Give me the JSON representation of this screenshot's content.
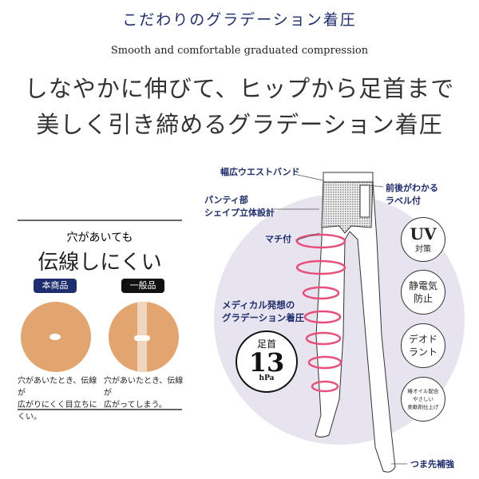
{
  "header": {
    "title": "こだわりのグラデーション着圧",
    "subtitle": "Smooth and comfortable graduated compression",
    "headline": [
      "しなやかに伸びて、ヒップから足首まで",
      "美しく引き締めるグラデーション着圧"
    ]
  },
  "comparison": {
    "lead": "穴があいても",
    "title": "伝線しにくい",
    "items": [
      {
        "badge": "本商品",
        "caption": [
          "穴があいたとき、伝線が",
          "広がりにくく目立ちにくい。"
        ]
      },
      {
        "badge": "一般品",
        "caption": [
          "穴があいたとき、伝線が",
          "広がってしまう。"
        ]
      }
    ]
  },
  "diagram": {
    "labels": {
      "waist": "幅広ウエストバンド",
      "label_tag": [
        "前後がわかる",
        "ラベル付"
      ],
      "panty": [
        "パンティ部",
        "シェイプ立体設計"
      ],
      "gusset": "マチ付",
      "medical": [
        "メディカル発想の",
        "グラデーション着圧"
      ],
      "toe": "つま先補強"
    },
    "pressure": {
      "label": "足首",
      "value": "13",
      "unit": "hPa"
    },
    "features": [
      {
        "main": "UV",
        "sub": "対策"
      },
      {
        "lines": [
          "静電気",
          "防止"
        ]
      },
      {
        "lines": [
          "デオド",
          "ラント"
        ]
      },
      {
        "lines": [
          "椿オイル配合",
          "やさしい",
          "柔軟剤仕上げ"
        ]
      }
    ]
  },
  "colors": {
    "navy": "#1e2d6e",
    "lavender": "#e7e4ef",
    "skin": "#e3a570",
    "ring": "#e8507a"
  }
}
